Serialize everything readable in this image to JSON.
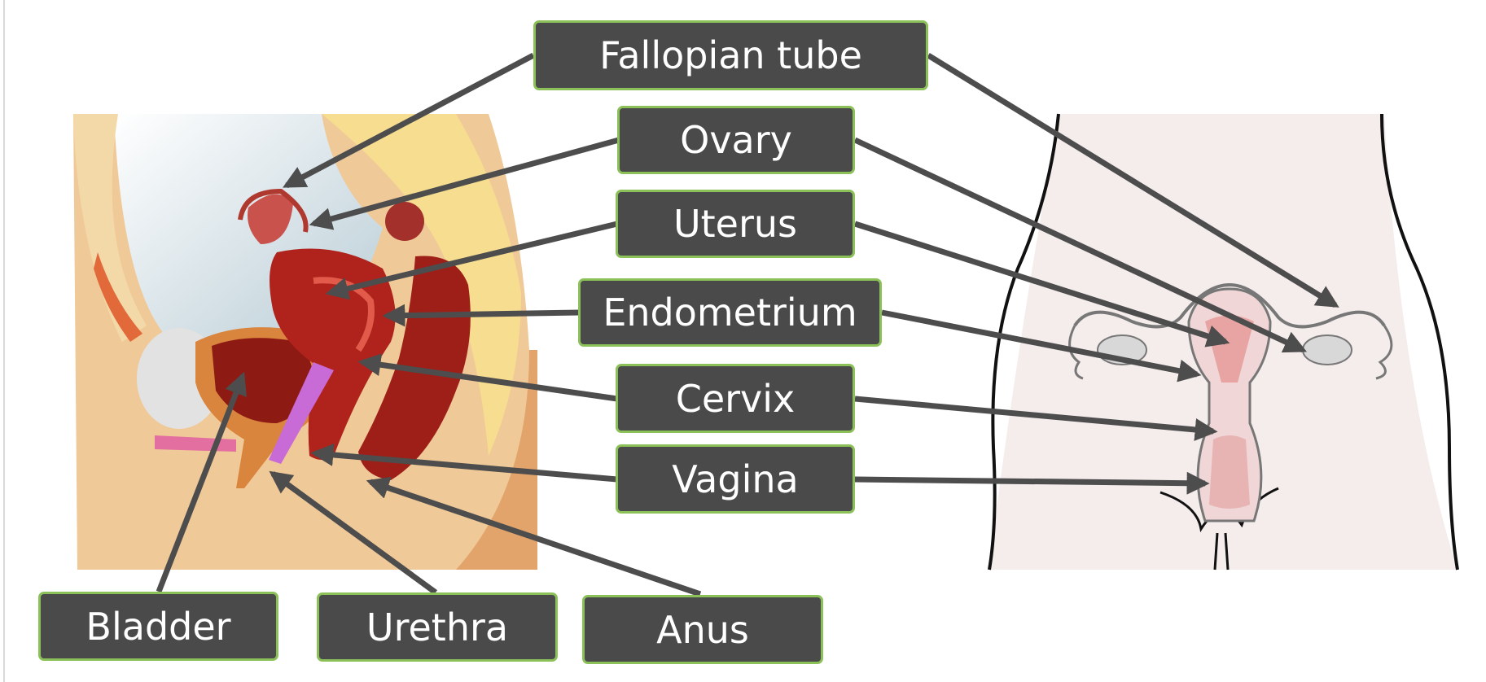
{
  "labels": {
    "fallopian_tube": "Fallopian tube",
    "ovary": "Ovary",
    "uterus": "Uterus",
    "endometrium": "Endometrium",
    "cervix": "Cervix",
    "vagina": "Vagina",
    "bladder": "Bladder",
    "urethra": "Urethra",
    "anus": "Anus"
  },
  "colors": {
    "label_fill": "#4a4a4a",
    "label_border": "#8cc15a",
    "arrow": "#4d4d4d",
    "uterus_red": "#b0231c",
    "skin": "#f0c998",
    "body_pink": "#f5ecec"
  }
}
